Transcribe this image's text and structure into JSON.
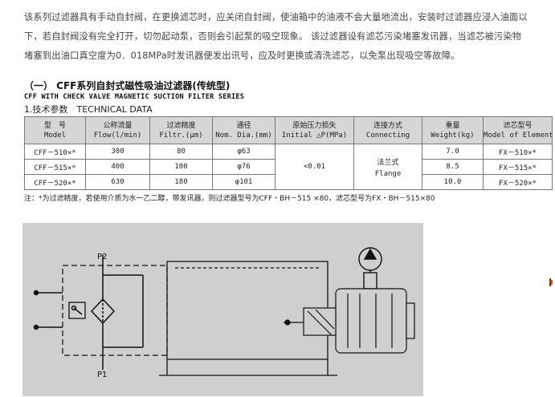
{
  "intro": {
    "line1": "该系列过滤器具有手动自封阀，在更换滤芯时，应关闭自封阀，使油箱中的油液不会大量地流出，安装时过滤器应浸入油面以",
    "line2": "下，若自封阀没有完全打开，切勿起动泵，否则会引起泵的吸空现象。 该过滤器设有滤芯污染堵塞发讯器，当滤芯被污染物",
    "line3": "堵塞到出油口真空度为0．018MPa时发讯器便发出讯号，应及时更换或清洗滤芯，以免泵出现吸空等故障。"
  },
  "section": {
    "title": "（一） CFF系列自封式磁性吸油过滤器(传统型)",
    "subtitle": "CFF WITH CHECK VALVE MAGNETIC SUCTION FILTER SERIES",
    "tech": "1.技术参数　TECHNICAL DATA"
  },
  "table": {
    "headers": [
      {
        "cn": "型　号",
        "en": "Model"
      },
      {
        "cn": "公称流量",
        "en": "Flow(l/min)"
      },
      {
        "cn": "过滤精度",
        "en": "Filtr.(μm)"
      },
      {
        "cn": "通径",
        "en": "Nom. Dia.(mm)"
      },
      {
        "cn": "原始压力损失",
        "en": "Initial △P(MPa)"
      },
      {
        "cn": "连接方式",
        "en": "Connecting"
      },
      {
        "cn": "重量",
        "en": "Weight(kg)"
      },
      {
        "cn": "滤芯型号",
        "en": "Model of Element"
      }
    ],
    "rows": [
      {
        "model": "CFF－510×*",
        "flow": "300",
        "filtr": "80",
        "dia": "φ63",
        "weight": "7.0",
        "element": "FX－510×*"
      },
      {
        "model": "CFF－515×*",
        "flow": "400",
        "filtr": "100",
        "dia": "φ76",
        "weight": "8.5",
        "element": "FX－515×*"
      },
      {
        "model": "CFF－520×*",
        "flow": "630",
        "filtr": "180",
        "dia": "φ101",
        "weight": "10.0",
        "element": "FX－520×*"
      }
    ],
    "pressure_loss": "<0.01",
    "connecting_cn": "法兰式",
    "connecting_en": "Flange"
  },
  "note": "注：*为过滤精度，若使用介质为水一乙二醇，带发讯器，则过滤器型号为CFF・BH－515 ×80，滤芯型号为FX・BH－515×80",
  "diagram": {
    "label_p2": "P2",
    "label_p1": "P1",
    "background": "#cfcfcf"
  }
}
